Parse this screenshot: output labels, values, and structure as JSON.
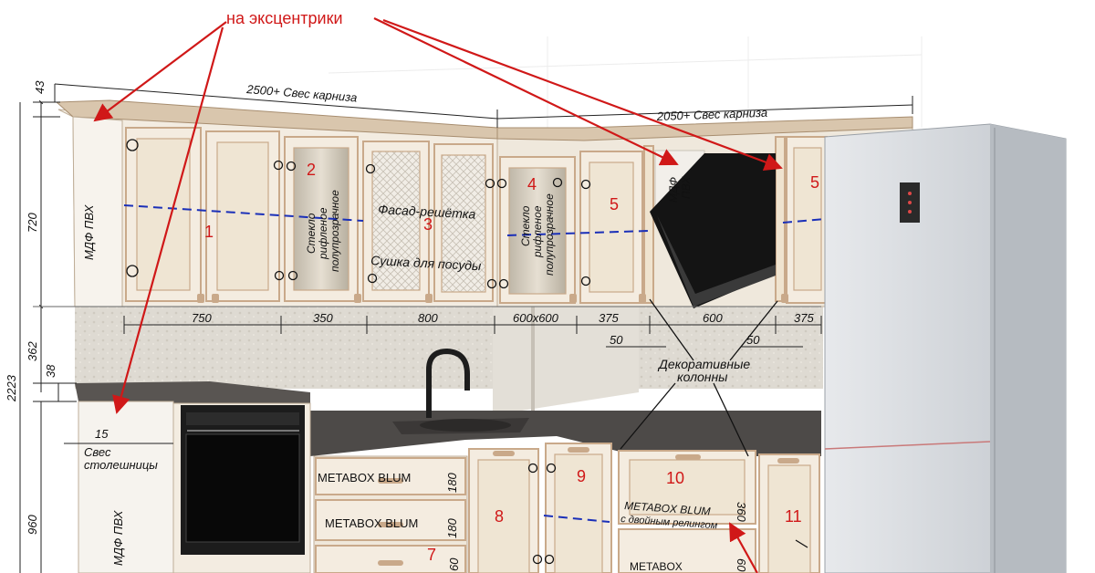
{
  "callouts": {
    "eccentrics": "на эксцентрики",
    "decor_columns_1": "Декоративные",
    "decor_columns_2": "колонны",
    "countertop_1": "Свес",
    "countertop_2": "столешницы",
    "grille_facade": "Фасад-решётка",
    "dish_dryer": "Сушка для посуды",
    "glass_1": "Стекло",
    "glass_2": "рифленое",
    "glass_3": "полупрозрачное",
    "mdf_pvc": "МДФ ПВХ",
    "mdf": "МДФ",
    "pvc": "ПВХ",
    "metabox_1": "METABOX BLUM",
    "metabox_2": "METABOX BLUM",
    "metabox_3": "METABOX BLUM",
    "metabox_rail": "с двойным релингом",
    "metabox_bottom": "METABOX"
  },
  "dimensions": {
    "cornice_left": "2500+ Свес карниза",
    "cornice_right": "2050+ Свес карниза",
    "h_43": "43",
    "h_720": "720",
    "h_362": "362",
    "h_38": "38",
    "h_2223": "2223",
    "h_15": "15",
    "h_960": "960",
    "w_750": "750",
    "w_350": "350",
    "w_800": "800",
    "w_600x600": "600x600",
    "w_375a": "375",
    "w_600": "600",
    "w_375b": "375",
    "w_50a": "50",
    "w_50b": "50",
    "d_180a": "180",
    "d_180b": "180",
    "d_360": "360",
    "d_60": "60",
    "d_60b": "60"
  },
  "modules": {
    "m1": "1",
    "m2": "2",
    "m3": "3",
    "m4": "4",
    "m5a": "5",
    "m5b": "5",
    "m7": "7",
    "m8": "8",
    "m9": "9",
    "m10": "10",
    "m11": "11"
  },
  "colors": {
    "arrow": "#d01818",
    "facade": "#f4ece0",
    "facade_inner": "#efe5d3",
    "trim": "#c9a98a",
    "wall": "#d8d4cc",
    "counter": "#4d4a48",
    "fridge": "#c9cdd2",
    "dash": "#1a2fb8"
  }
}
